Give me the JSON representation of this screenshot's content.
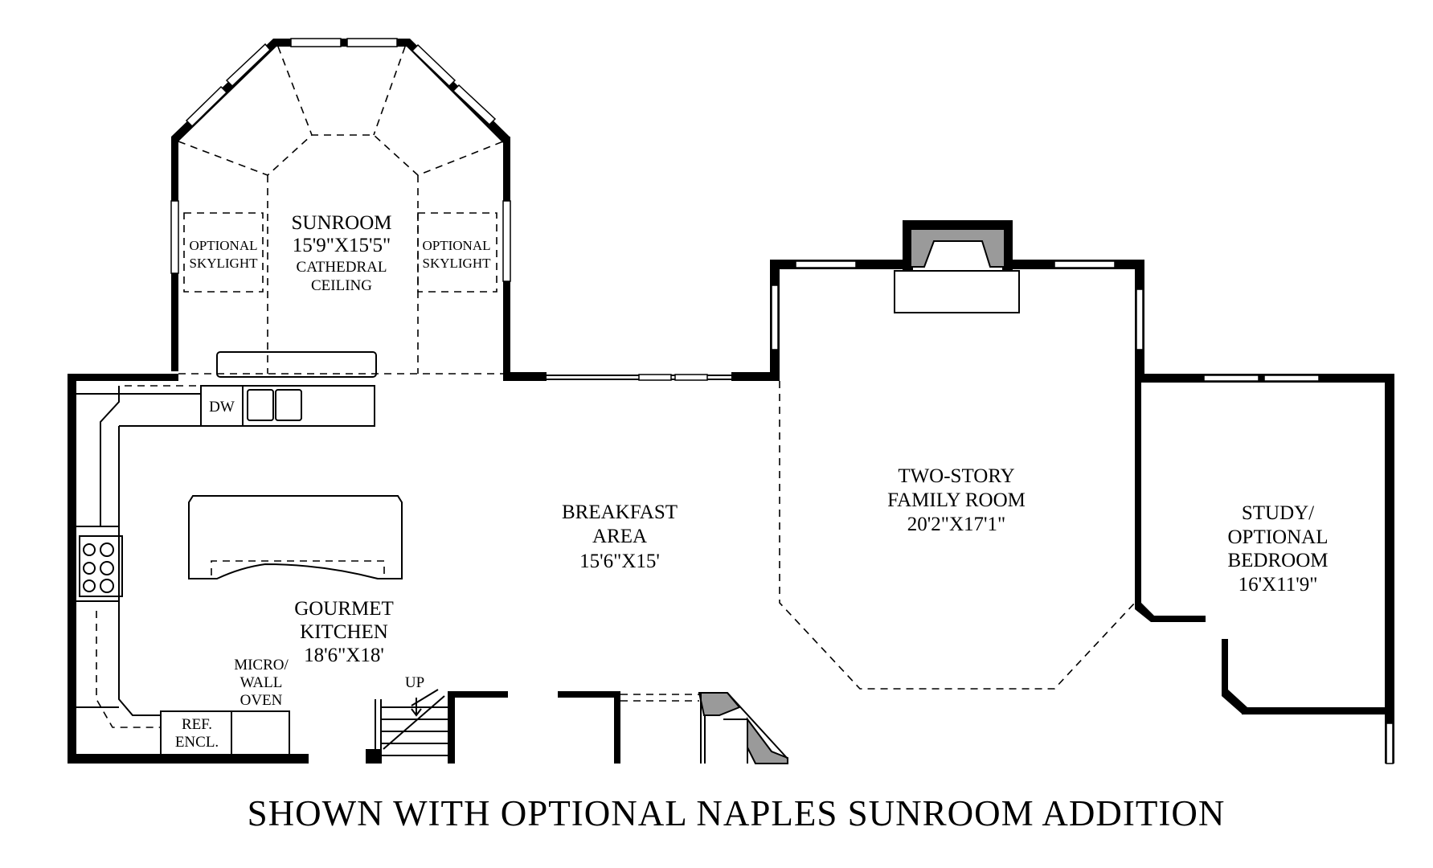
{
  "caption": "SHOWN WITH OPTIONAL NAPLES SUNROOM ADDITION",
  "rooms": {
    "sunroom": {
      "name": "SUNROOM",
      "size": "15'9\"X15'5\"",
      "note1": "CATHEDRAL",
      "note2": "CEILING"
    },
    "skylight_left": {
      "line1": "OPTIONAL",
      "line2": "SKYLIGHT"
    },
    "skylight_right": {
      "line1": "OPTIONAL",
      "line2": "SKYLIGHT"
    },
    "family_room": {
      "line1": "TWO-STORY",
      "line2": "FAMILY ROOM",
      "size": "20'2\"X17'1\""
    },
    "breakfast": {
      "line1": "BREAKFAST",
      "line2": "AREA",
      "size": "15'6\"X15'"
    },
    "kitchen": {
      "line1": "GOURMET",
      "line2": "KITCHEN",
      "size": "18'6\"X18'"
    },
    "study": {
      "line1": "STUDY/",
      "line2": "OPTIONAL",
      "line3": "BEDROOM",
      "size": "16'X11'9\""
    }
  },
  "fixtures": {
    "dishwasher": "DW",
    "micro_oven": {
      "line1": "MICRO/",
      "line2": "WALL",
      "line3": "OVEN"
    },
    "ref_encl": {
      "line1": "REF.",
      "line2": "ENCL."
    },
    "stairs_up": "UP"
  },
  "colors": {
    "wall": "#000000",
    "fill_grey": "#9a9a9a",
    "background": "#ffffff"
  }
}
